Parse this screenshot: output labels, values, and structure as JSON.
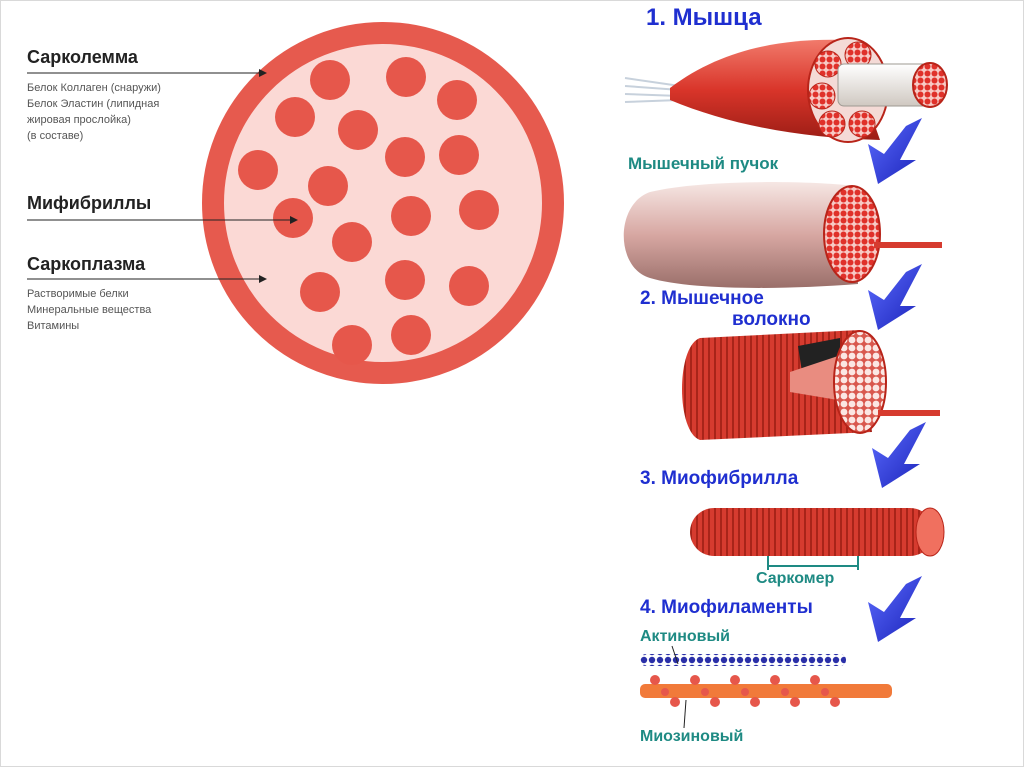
{
  "left_diagram": {
    "sarcolemma": {
      "title": "Сарколемма",
      "lines": [
        "Белок Коллаген (снаружи)",
        "Белок Эластин (липидная",
        "жировая прослойка)",
        "(в составе)"
      ]
    },
    "myofibrils": {
      "title": "Мифибриллы"
    },
    "sarcoplasm": {
      "title": "Саркоплазма",
      "lines": [
        "Растворимые белки",
        "Минеральные вещества",
        "Витамины"
      ]
    }
  },
  "right_diagram": {
    "muscle": "1. Мышца",
    "bundle": "Мышечный пучок",
    "fiber_line1": "2. Мышечное",
    "fiber_line2": "волокно",
    "myofibril": "3. Миофибрилла",
    "sarcomere": "Саркомер",
    "myofilaments": "4. Миофиламенты",
    "actin": "Актиновый",
    "myosin": "Миозиновый"
  },
  "colors": {
    "membrane_red": "#e65a4e",
    "cytoplasm_pink": "#fbd9d5",
    "myofibril_red": "#e6574b",
    "label_blue": "#1f2fd0",
    "label_teal": "#1e8a83",
    "arrow_blue": "#2a35d8"
  }
}
